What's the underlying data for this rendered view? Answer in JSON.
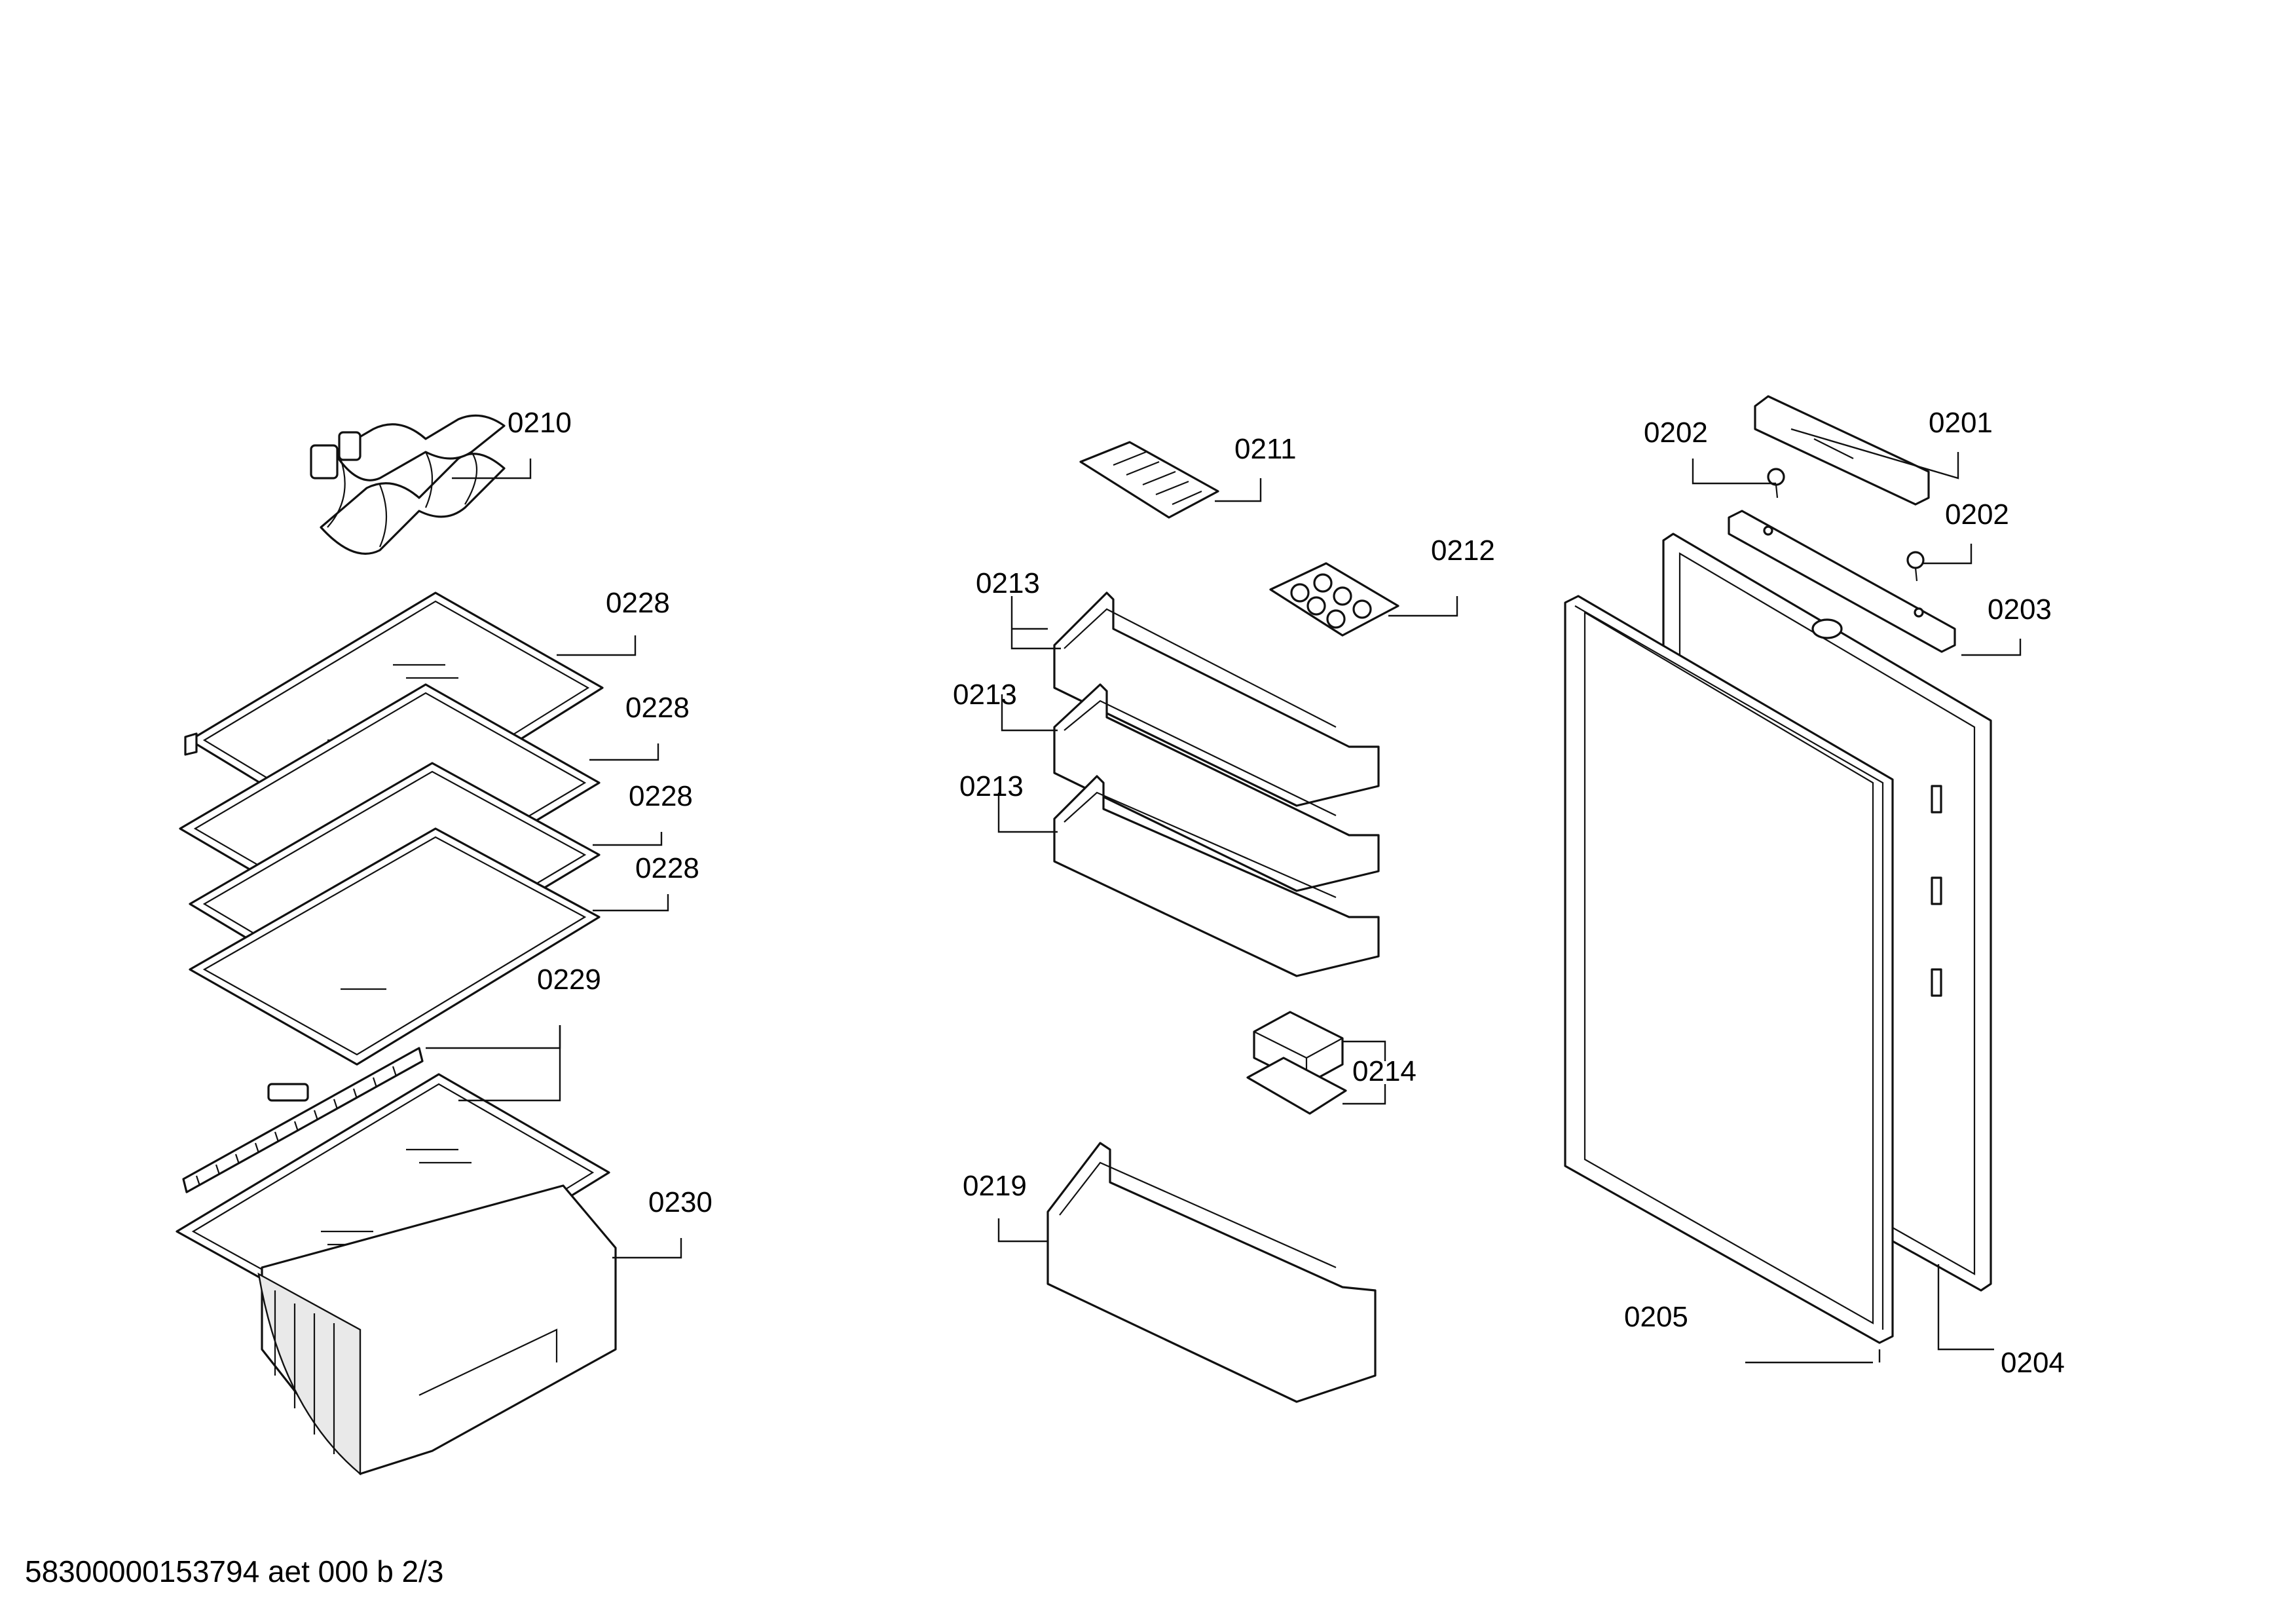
{
  "labels": {
    "l0210": "0210",
    "l0211": "0211",
    "l0212": "0212",
    "l0213a": "0213",
    "l0213b": "0213",
    "l0213c": "0213",
    "l0214": "0214",
    "l0219": "0219",
    "l0228a": "0228",
    "l0228b": "0228",
    "l0228c": "0228",
    "l0228d": "0228",
    "l0229": "0229",
    "l0230": "0230",
    "l0201": "0201",
    "l0202a": "0202",
    "l0202b": "0202",
    "l0203": "0203",
    "l0204": "0204",
    "l0205": "0205"
  },
  "footer": "58300000153794 aet 000 b 2/3"
}
